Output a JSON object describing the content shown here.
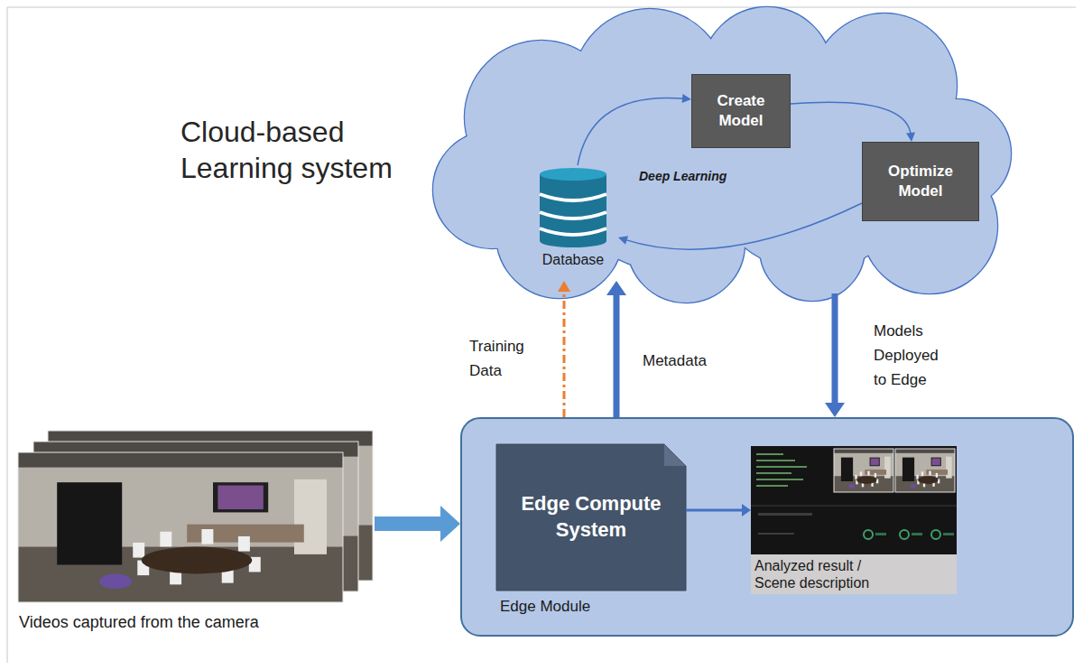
{
  "diagram": {
    "nodes": [
      {
        "text": [
          "Cloud-based Learning system"
        ]
      },
      {
        "text": [
          "Database"
        ],
        "in": 0
      },
      {
        "text": [
          "Create Model"
        ],
        "in": 0
      },
      {
        "text": [
          "Optimize Model"
        ],
        "in": 0
      },
      {
        "text": [
          "Edge Module"
        ]
      },
      {
        "text": [
          "Edge Compute System"
        ],
        "in": 4
      },
      {
        "text": [
          "Analyzed result / Scene description"
        ],
        "in": 4
      },
      {
        "text": [
          "Videos captured from the camera"
        ]
      }
    ],
    "edges": [
      {
        "from": 1,
        "to": 2,
        "arrow": "to"
      },
      {
        "from": 2,
        "to": 3,
        "arrow": "to"
      },
      {
        "from": 3,
        "to": 1,
        "arrow": "to"
      },
      {
        "from": 4,
        "to": 1,
        "label": "Training Data",
        "arrow": "to"
      },
      {
        "from": 4,
        "to": 1,
        "label": "Metadata",
        "arrow": "to"
      },
      {
        "from": 0,
        "to": 4,
        "label": "Models Deployed to Edge",
        "arrow": "to"
      },
      {
        "from": 7,
        "to": 4,
        "arrow": "to"
      },
      {
        "from": 5,
        "to": 6,
        "arrow": "to"
      }
    ],
    "labels": [
      "Deep Learning"
    ]
  }
}
